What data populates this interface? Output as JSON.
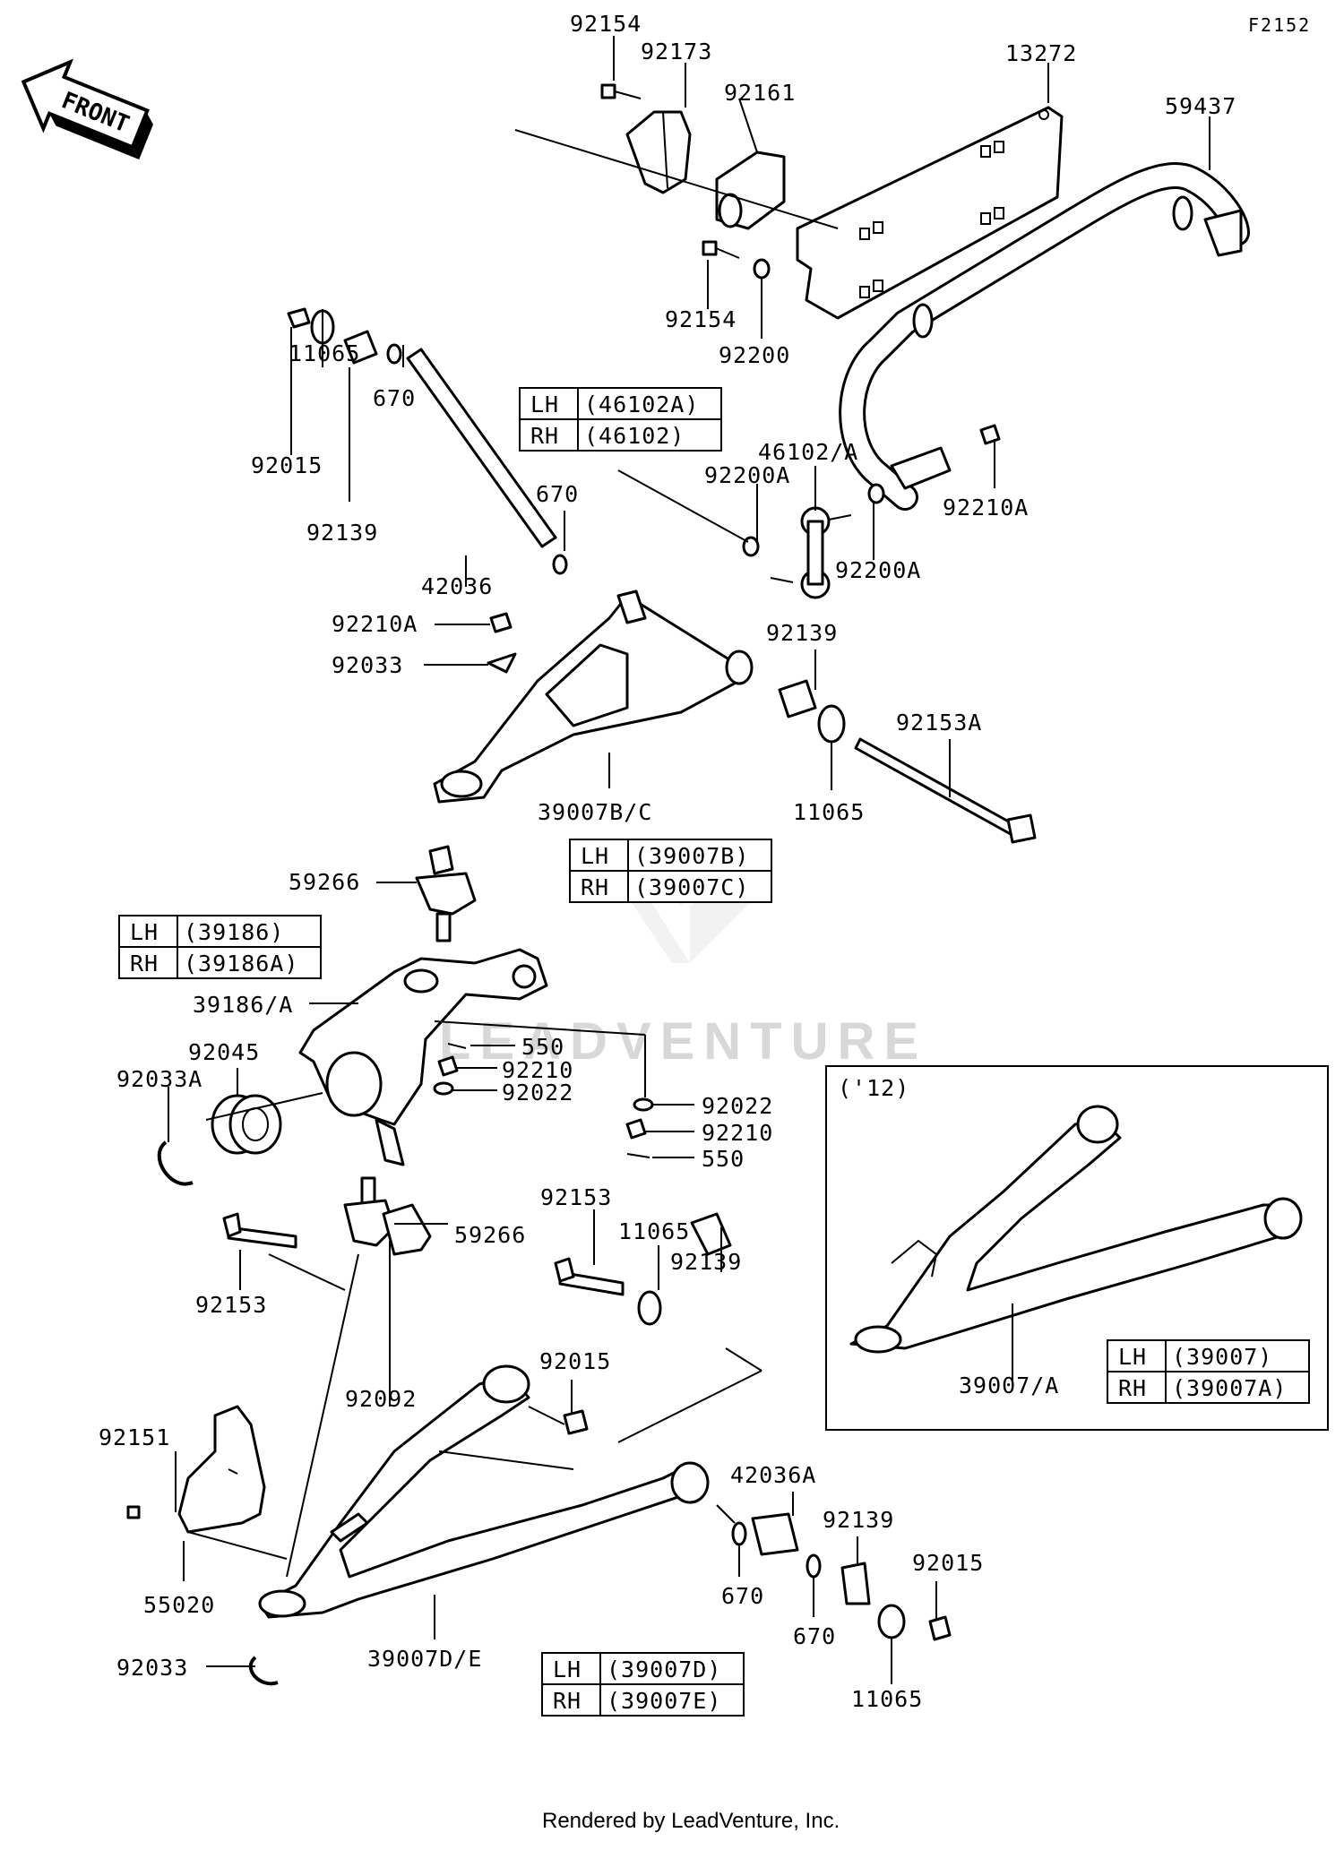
{
  "figure_code": "F2152",
  "front_label": "FRONT",
  "footer": "Rendered by LeadVenture, Inc.",
  "watermark": "LEADVENTURE",
  "inset_year": "('12)",
  "callouts": {
    "c92154_top": "92154",
    "c92173": "92173",
    "c92161": "92161",
    "c13272": "13272",
    "c59437": "59437",
    "c92154_mid": "92154",
    "c92200": "92200",
    "c11065_a": "11065",
    "c670_a": "670",
    "c92015_a": "92015",
    "c92139_a": "92139",
    "c670_b": "670",
    "c42036": "42036",
    "c92200A_a": "92200A",
    "c46102": "46102/A",
    "c92210A_b": "92210A",
    "c92200A_b": "92200A",
    "c92210A_a": "92210A",
    "c92033_a": "92033",
    "c92139_b": "92139",
    "c92153A": "92153A",
    "c11065_b": "11065",
    "c39007BC": "39007B/C",
    "c59266_a": "59266",
    "c39186": "39186/A",
    "c550_a": "550",
    "c92210_a": "92210",
    "c92022_a": "92022",
    "c92045": "92045",
    "c92033A": "92033A",
    "c92022_b": "92022",
    "c92210_b": "92210",
    "c550_b": "550",
    "c92153_a": "92153",
    "c11065_c": "11065",
    "c92139_c": "92139",
    "c59266_b": "59266",
    "c92153_b": "92153",
    "c92015_b": "92015",
    "c92092": "92092",
    "c92151": "92151",
    "c42036A": "42036A",
    "c92139_d": "92139",
    "c92015_c": "92015",
    "c55020": "55020",
    "c670_c": "670",
    "c670_d": "670",
    "c92033_b": "92033",
    "c39007DE": "39007D/E",
    "c11065_d": "11065",
    "c39007A": "39007/A"
  },
  "tables": {
    "t46102": {
      "lh": "LH",
      "lh_part": "(46102A)",
      "rh": "RH",
      "rh_part": "(46102)"
    },
    "t39007BC": {
      "lh": "LH",
      "lh_part": "(39007B)",
      "rh": "RH",
      "rh_part": "(39007C)"
    },
    "t39186": {
      "lh": "LH",
      "lh_part": "(39186)",
      "rh": "RH",
      "rh_part": "(39186A)"
    },
    "t39007": {
      "lh": "LH",
      "lh_part": "(39007)",
      "rh": "RH",
      "rh_part": "(39007A)"
    },
    "t39007DE": {
      "lh": "LH",
      "lh_part": "(39007D)",
      "rh": "RH",
      "rh_part": "(39007E)"
    }
  }
}
